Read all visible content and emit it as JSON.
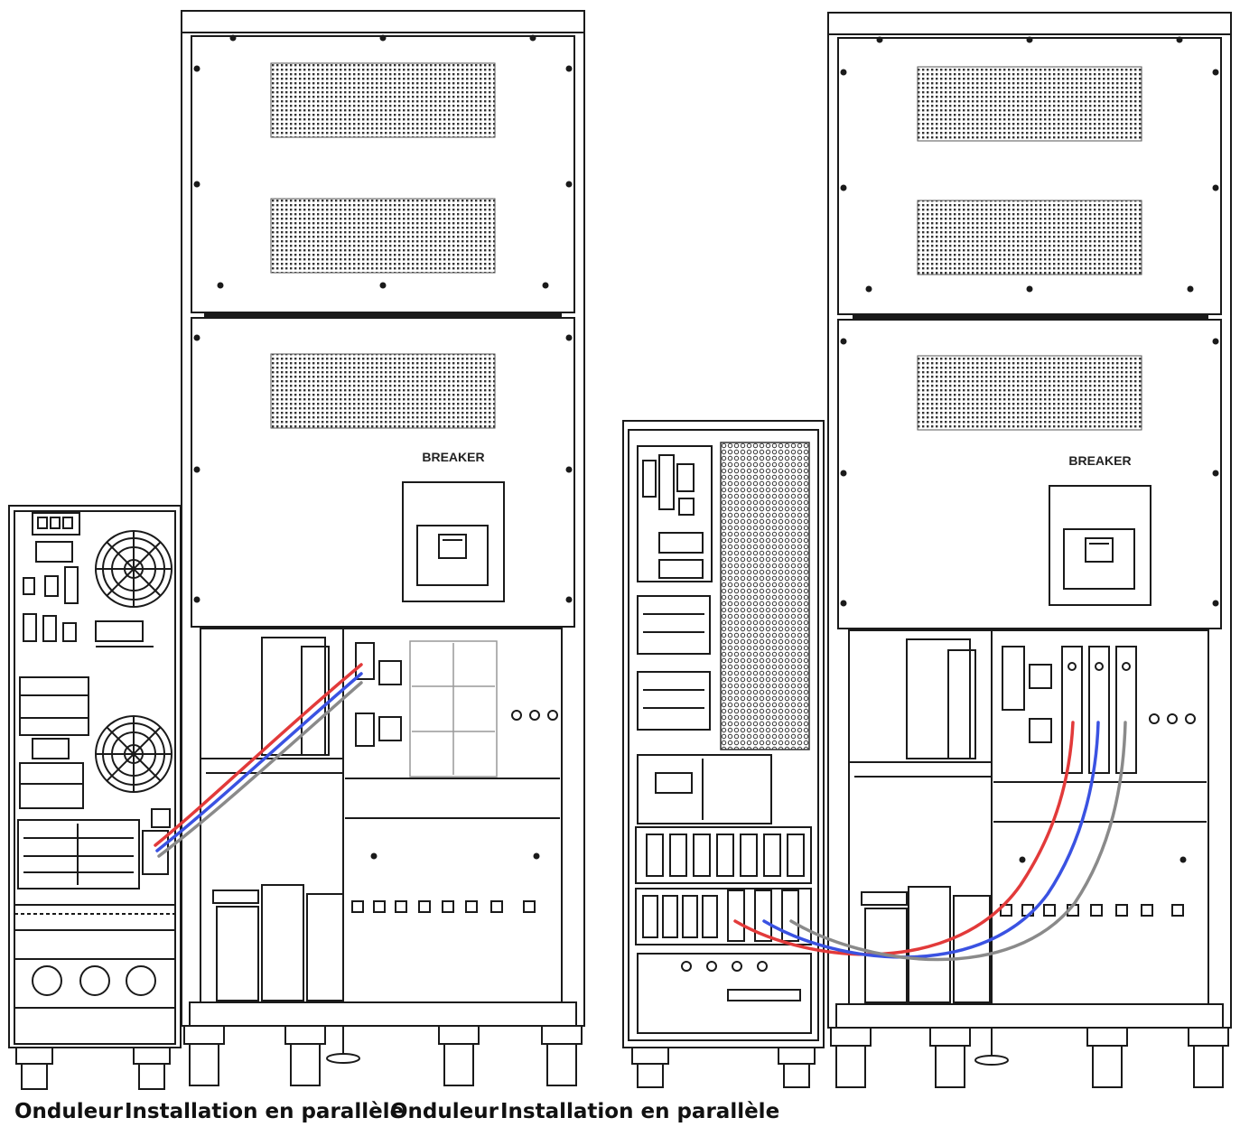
{
  "labels": {
    "breaker_left": "BREAKER",
    "breaker_right": "BREAKER"
  },
  "captions": [
    "Onduleur",
    "Installation en parallèle",
    "Onduleur",
    "Installation en parallèle"
  ],
  "colors": {
    "line": "#1a1a1a",
    "cable_red": "#e23a3a",
    "cable_blue": "#3a52e2",
    "cable_gray": "#8a8a8a",
    "background": "#ffffff"
  }
}
